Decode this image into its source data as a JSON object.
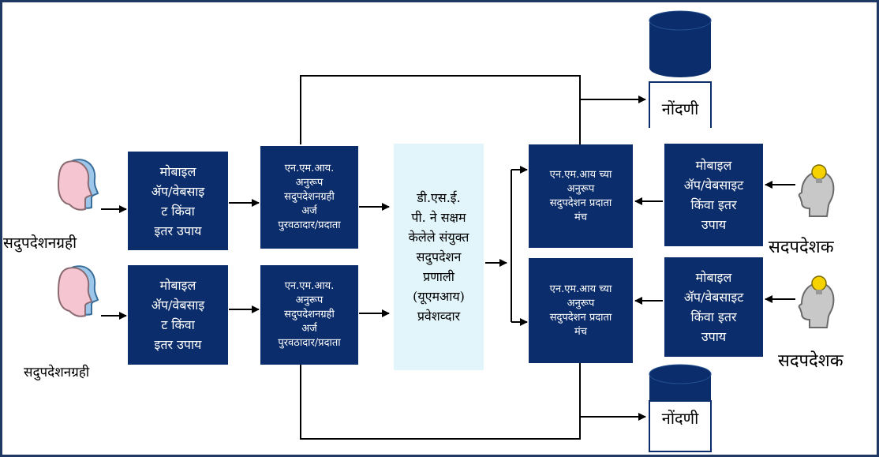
{
  "diagram": {
    "users": [
      {
        "label": "सदुपदेशनग्रही"
      },
      {
        "label": "सदुपदेशनग्रही"
      }
    ],
    "mobile_boxes_left": [
      {
        "text": "मोबाइल\nॲप/वेबसाइ\nट किंवा\nइतर उपाय"
      },
      {
        "text": "मोबाइल\nॲप/वेबसाइ\nट किंवा\nइतर उपाय"
      }
    ],
    "provider_boxes": [
      {
        "text": "एन.एम.आय.\nअनुरूप\nसदुपदेशनग्रही\nअर्ज\nपुरवठादार/प्रदाता"
      },
      {
        "text": "एन.एम.आय.\nअनुरूप\nसदुपदेशनग्रही\nअर्ज\nपुरवठादार/प्रदाता"
      }
    ],
    "center_box": {
      "text": "डी.एस.ई.\nपी. ने सक्षम\nकेलेले संयुक्त\nसदुपदेशन\nप्रणाली\n(यूएमआय)\nप्रवेशव्दार"
    },
    "platform_boxes": [
      {
        "text": "एन.एम.आय च्या\nअनुरूप\nसदुपदेशन प्रदाता\nमंच"
      },
      {
        "text": "एन.एम.आय च्या\nअनुरूप\nसदुपदेशन प्रदाता\nमंच"
      }
    ],
    "mobile_boxes_right": [
      {
        "text": "मोबाइल\nॲप/वेबसाइट\nकिंवा इतर\nउपाय"
      },
      {
        "text": "मोबाइल\nॲप/वेबसाइट\nकिंवा इतर\nउपाय"
      }
    ],
    "counsellors": [
      {
        "label": "सदपदेशक"
      },
      {
        "label": "सदपदेशक"
      }
    ],
    "databases": [
      {
        "label": "नोंदणी"
      },
      {
        "label": "नोंदणी"
      }
    ],
    "colors": {
      "box_fill": "#0b2d6b",
      "center_fill": "#e2f5fb",
      "border": "#1f3864",
      "db_fill": "#0b2d6b",
      "bulb": "#f5d200"
    }
  }
}
